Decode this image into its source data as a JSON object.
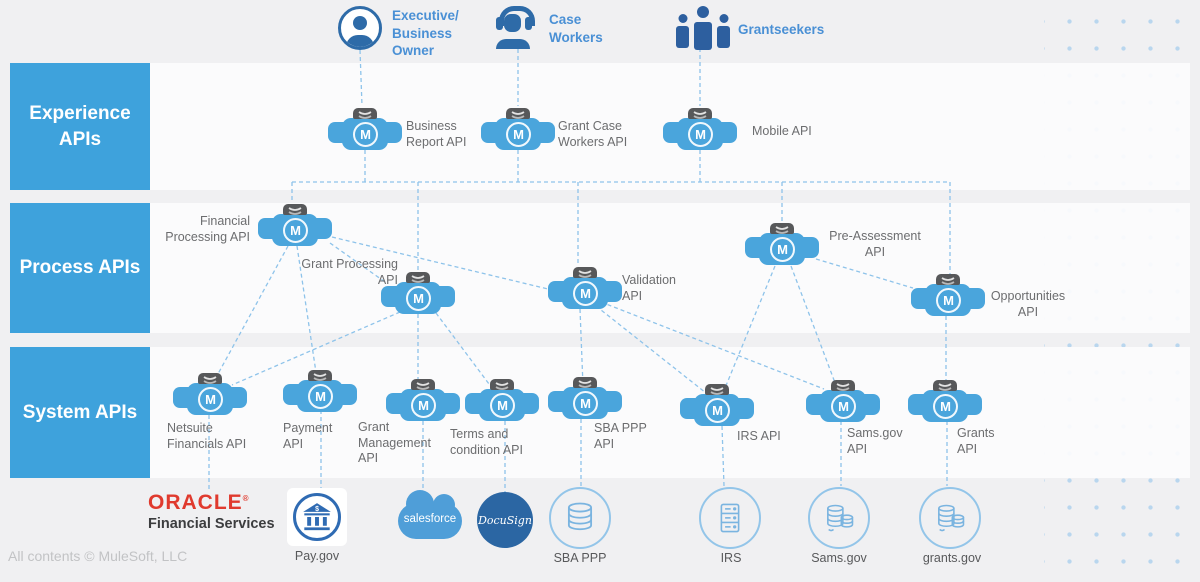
{
  "footer": {
    "copyright": "All contents © MuleSoft, LLC"
  },
  "mule": {
    "letter": "M"
  },
  "actors": [
    {
      "label": "Executive/ Business Owner"
    },
    {
      "label": "Case Workers"
    },
    {
      "label": "Grantseekers"
    }
  ],
  "layers": {
    "experience": {
      "title": "Experience APIs",
      "nodes": [
        {
          "label": "Business Report API"
        },
        {
          "label": "Grant Case Workers API"
        },
        {
          "label": "Mobile API"
        }
      ]
    },
    "process": {
      "title": "Process APIs",
      "nodes": [
        {
          "label": "Financial Processing  API"
        },
        {
          "label": "Grant Processing  API"
        },
        {
          "label": "Validation API"
        },
        {
          "label": "Pre-Assessment API"
        },
        {
          "label": "Opportunities API"
        }
      ]
    },
    "system": {
      "title": "System APIs",
      "nodes": [
        {
          "label": "Netsuite Financials API"
        },
        {
          "label": "Payment API"
        },
        {
          "label": "Grant Management API"
        },
        {
          "label": "Terms and condition  API"
        },
        {
          "label": "SBA PPP API"
        },
        {
          "label": "IRS API"
        },
        {
          "label": "Sams.gov API"
        },
        {
          "label": "Grants API"
        }
      ]
    }
  },
  "backends": {
    "oracle": {
      "line1": "ORACLE",
      "mark": "®",
      "line2": "Financial Services"
    },
    "paygov": {
      "label": "Pay.gov",
      "dollar": "$"
    },
    "salesforce": {
      "label": "salesforce"
    },
    "docusign": {
      "label": "DocuSign"
    },
    "sba": {
      "label": "SBA PPP"
    },
    "irs": {
      "label": "IRS"
    },
    "sams": {
      "label": "Sams.gov"
    },
    "grants": {
      "label": "grants.gov"
    }
  },
  "colors": {
    "layer_box_blue": "#3ea2dc",
    "node_blue": "#4aa5dc",
    "dashed_line_blue": "#8ec3ea",
    "actor_dark_blue": "#2e6ba8",
    "actor_text_blue": "#4a90d5",
    "label_gray": "#6c6d6f",
    "band_white": "#fcfcfd",
    "page_gray": "#f0f0f2",
    "dot_blue": "#b9d6ee",
    "oracle_red": "#e03a2e",
    "paygov_blue": "#2f6bb3",
    "salesforce_blue": "#4f9ed8",
    "docusign_blue": "#2b66a3",
    "system_circle_blue": "#93c5e9"
  }
}
